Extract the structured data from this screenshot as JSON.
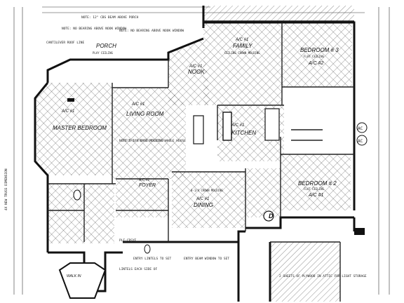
{
  "rooms": {
    "porch": {
      "name": "PORCH",
      "sub": "PLAY CEILING"
    },
    "family": {
      "name": "FAMILY",
      "code": "A/C #1",
      "sub": "CEILING CROWN MOLDING"
    },
    "bedroom3": {
      "name": "BEDROOM # 3",
      "code": "A/C #2",
      "sub": "FLAT CEILING"
    },
    "nook": {
      "name": "NOOK",
      "code": "A/C #1"
    },
    "master": {
      "name": "MASTER BEDROOM",
      "code": "A/C #1"
    },
    "living": {
      "name": "LIVING ROOM",
      "code": "A/C #1"
    },
    "kitchen": {
      "name": "KITCHEN",
      "code": "A/C #1"
    },
    "bedroom2": {
      "name": "BEDROOM # 2",
      "code": "A/C #1",
      "sub": "FLAT CEILING"
    },
    "foyer": {
      "name": "FOYER",
      "code": "A/C #1"
    },
    "dining": {
      "name": "DINING",
      "code": "A/C #1",
      "sub": "8-1/4 CROWN MOLDING"
    },
    "walkin": {
      "name": "WALK IN"
    }
  },
  "notes": {
    "porch_note": "NOTE: 12\" CBS BEAM ABOVE PORCH",
    "no_bearing_1": "NOTE: NO BEARING ABOVE NOOK WINDOW",
    "no_bearing_2": "NOTE: NO BEARING ABOVE NOOK WINDOW",
    "cantilever": "CANTILEVER ROOF LINE",
    "base_molding": "NOTE 5-1/4 BASE MOLDING WHOLE HOUSE",
    "entry_lintels": "ENTRY LINTELS TO SET",
    "entry_beam": "ENTRY BEAM WINDOW TO SET",
    "lintel": "LINTELS EACH SIDE OF",
    "truss_left": "4X NEW TRUSS DIMENSION",
    "attic": "2 SHEETS OF PLYWOOD IN ATTIC FOR LIGHT STORAGE",
    "ac_1": "AC",
    "ac_2": "AC",
    "letter_d": "D",
    "plf": "PLF-CBSYE"
  }
}
